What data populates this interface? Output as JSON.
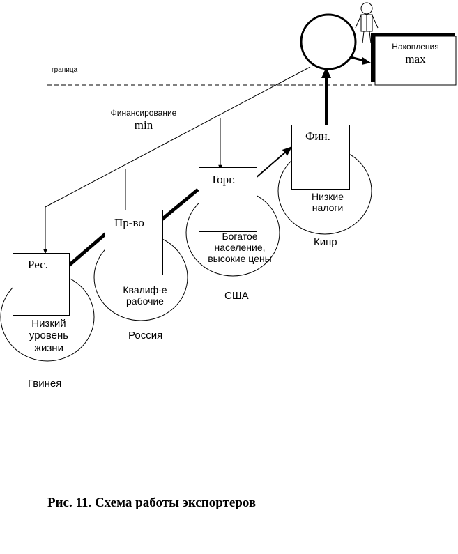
{
  "diagram": {
    "border_label": "граница",
    "financing": {
      "label": "Финансирование",
      "value": "min"
    },
    "savings": {
      "label": "Накопления",
      "value": "max"
    },
    "stages": [
      {
        "box": "Рес.",
        "feature": [
          "Низкий",
          "уровень",
          "жизни"
        ],
        "country": "Гвинея"
      },
      {
        "box": "Пр-во",
        "feature": [
          "Квалиф-е",
          "рабочие"
        ],
        "country": "Россия"
      },
      {
        "box": "Торг.",
        "feature": [
          "Богатое",
          "население,",
          "высокие цены"
        ],
        "country": "США"
      },
      {
        "box": "Фин.",
        "feature": [
          "Низкие",
          "налоги"
        ],
        "country": "Кипр"
      }
    ]
  },
  "caption": "Рис. 11. Схема работы  экспортеров"
}
